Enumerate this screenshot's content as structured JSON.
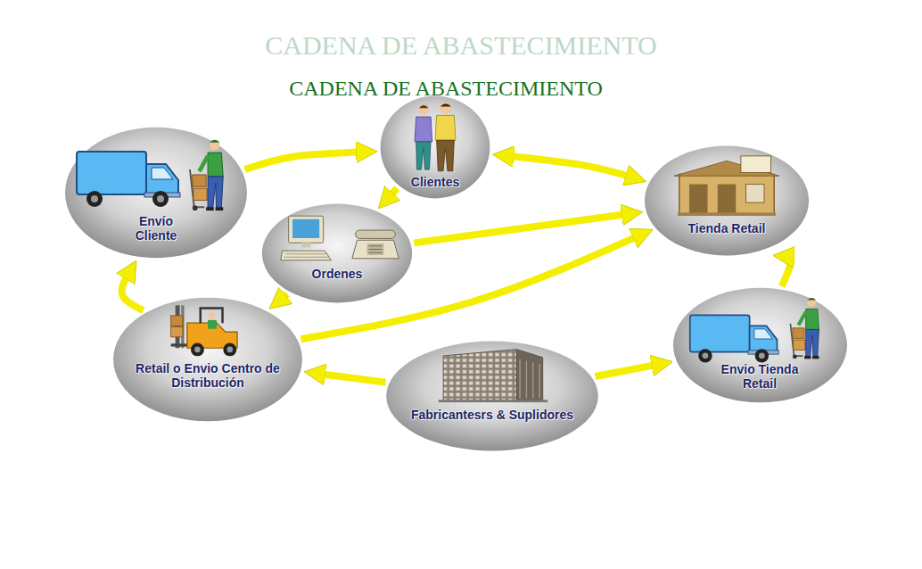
{
  "diagram": {
    "title": "CADENA DE ABASTECIMIENTO",
    "nodes": [
      {
        "text": [
          "Clientes"
        ]
      },
      {
        "text": [
          "Envío Cliente"
        ]
      },
      {
        "text": [
          "Tienda Retail"
        ]
      },
      {
        "text": [
          "Ordenes"
        ]
      },
      {
        "text": [
          "Retail o Envio Centro de Distribución"
        ]
      },
      {
        "text": [
          "Envio Tienda Retail"
        ]
      },
      {
        "text": [
          "Fabricantesrs & Suplidores"
        ]
      }
    ],
    "edges": [
      {
        "from": 1,
        "to": 0,
        "arrow": "to"
      },
      {
        "from": 0,
        "to": 2,
        "arrow": "both"
      },
      {
        "from": 0,
        "to": 3,
        "arrow": "to"
      },
      {
        "from": 3,
        "to": 2,
        "arrow": "to"
      },
      {
        "from": 3,
        "to": 4,
        "arrow": "to"
      },
      {
        "from": 4,
        "to": 2,
        "arrow": "to"
      },
      {
        "from": 4,
        "to": 1,
        "arrow": "to"
      },
      {
        "from": 6,
        "to": 4,
        "arrow": "to"
      },
      {
        "from": 6,
        "to": 5,
        "arrow": "to"
      },
      {
        "from": 5,
        "to": 2,
        "arrow": "to"
      }
    ],
    "labels": [
      "CADENA DE ABASTECIMIENTO"
    ]
  }
}
